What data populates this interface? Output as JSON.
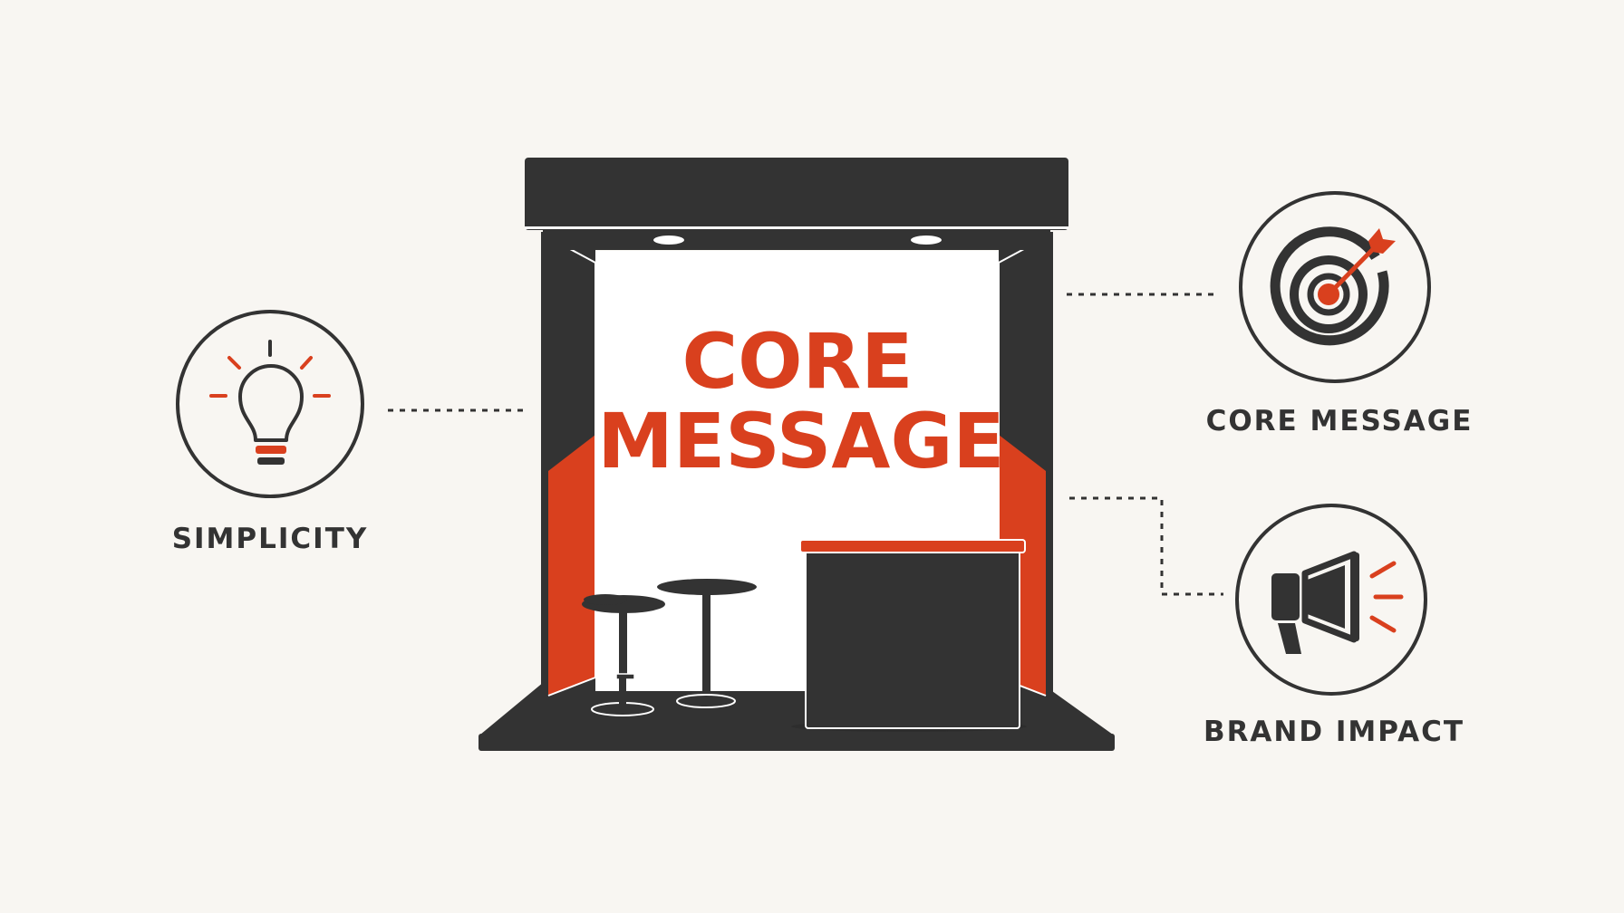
{
  "booth": {
    "headline_line1": "CORE",
    "headline_line2": "MESSAGE"
  },
  "features": [
    {
      "label": "SIMPLICITY",
      "icon": "lightbulb-icon"
    },
    {
      "label": "CORE MESSAGE",
      "icon": "target-icon"
    },
    {
      "label": "BRAND IMPACT",
      "icon": "megaphone-icon"
    }
  ],
  "colors": {
    "background": "#f8f6f2",
    "dark": "#333333",
    "accent": "#d9401e",
    "panel": "#ffffff"
  }
}
